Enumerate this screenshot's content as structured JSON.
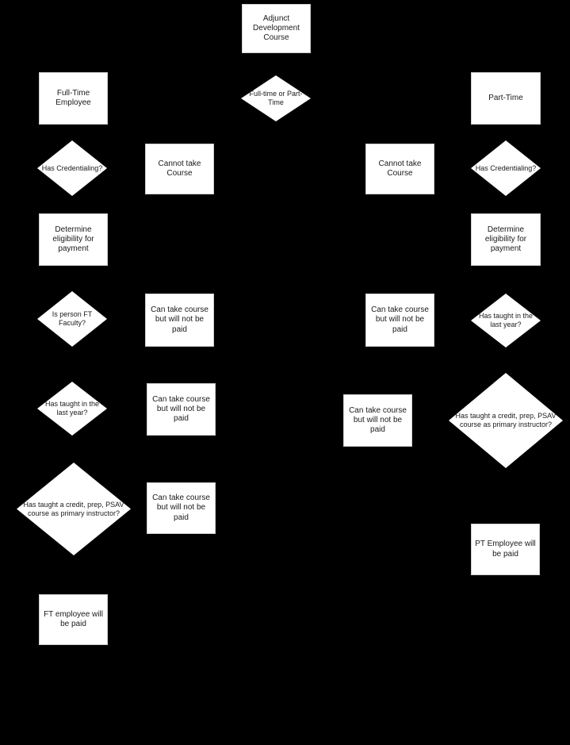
{
  "diagram": {
    "title": "Adjunct Development Course",
    "background_color": "#000000",
    "node_fill_color": "#ffffff",
    "node_text_color": "#1a1a1a",
    "type": "flowchart"
  },
  "nodes": {
    "start": {
      "label": "Adjunct Development Course",
      "shape": "process"
    },
    "ft_pt_decision": {
      "label": "Full-time or Part-Time",
      "shape": "decision"
    },
    "ft_employee": {
      "label": "Full-Time Employee",
      "shape": "process"
    },
    "ft_has_credentialing": {
      "label": "Has Credentialing?",
      "shape": "decision"
    },
    "ft_cannot_take": {
      "label": "Cannot take Course",
      "shape": "process"
    },
    "ft_determine_eligibility": {
      "label": "Determine eligibility for payment",
      "shape": "process"
    },
    "ft_is_ft_faculty": {
      "label": "Is person FT Faculty?",
      "shape": "decision"
    },
    "ft_not_paid_1": {
      "label": "Can take course but will not be paid",
      "shape": "process"
    },
    "ft_taught_last_year": {
      "label": "Has taught in the last year?",
      "shape": "decision"
    },
    "ft_not_paid_2": {
      "label": "Can take course but will not be paid",
      "shape": "process"
    },
    "ft_taught_psav": {
      "label": "Has taught a credit, prep, PSAV course as primary instructor?",
      "shape": "decision"
    },
    "ft_not_paid_3": {
      "label": "Can take course but will not be paid",
      "shape": "process"
    },
    "ft_will_be_paid": {
      "label": "FT employee will be paid",
      "shape": "process"
    },
    "pt_employee": {
      "label": "Part-Time",
      "shape": "process"
    },
    "pt_has_credentialing": {
      "label": "Has Credentialing?",
      "shape": "decision"
    },
    "pt_cannot_take": {
      "label": "Cannot take Course",
      "shape": "process"
    },
    "pt_determine_eligibility": {
      "label": "Determine eligibility for payment",
      "shape": "process"
    },
    "pt_taught_last_year": {
      "label": "Has taught in the last year?",
      "shape": "decision"
    },
    "pt_not_paid_1": {
      "label": "Can take course but will not be paid",
      "shape": "process"
    },
    "pt_taught_psav": {
      "label": "Has taught a credit, prep, PSAV course as primary instructor?",
      "shape": "decision"
    },
    "pt_not_paid_2": {
      "label": "Can take course but will not be paid",
      "shape": "process"
    },
    "pt_will_be_paid": {
      "label": "PT Employee will be paid",
      "shape": "process"
    }
  }
}
